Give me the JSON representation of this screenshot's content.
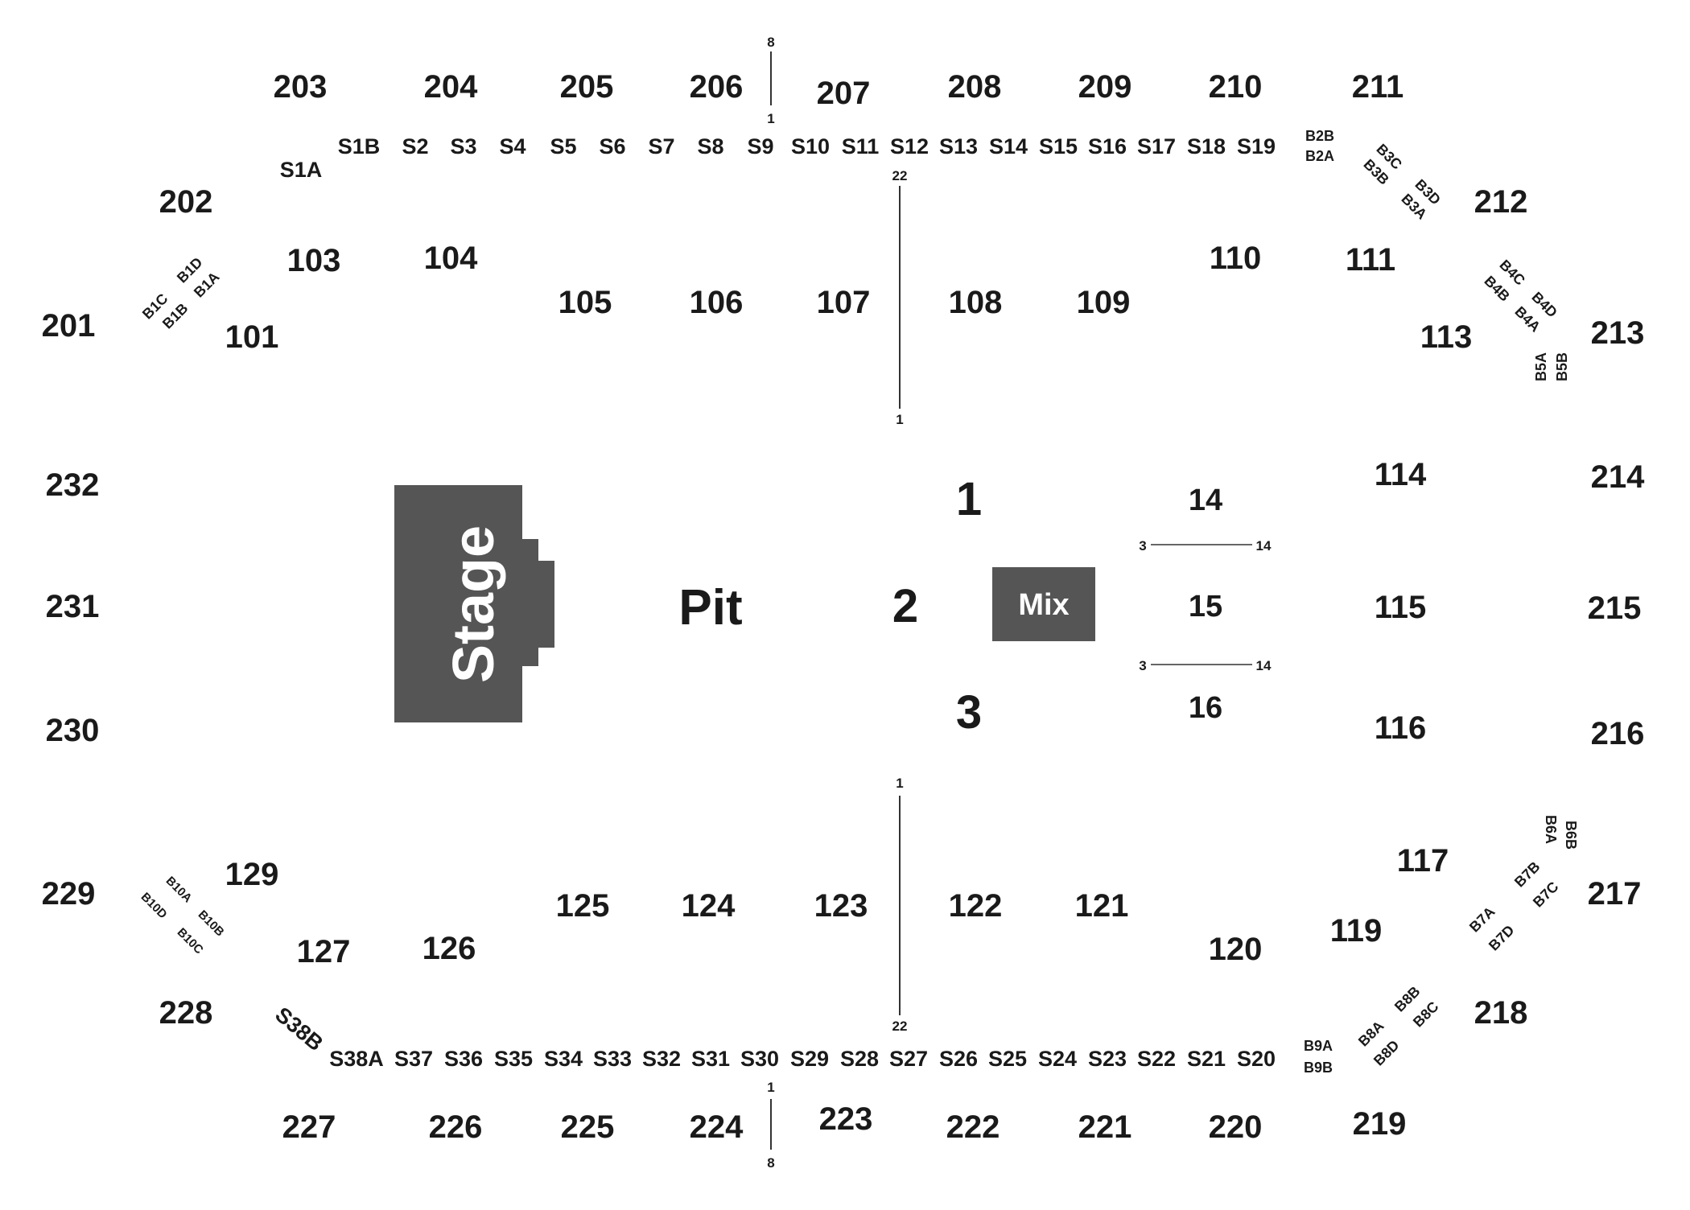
{
  "title": "",
  "colors": {
    "stage": "#555555",
    "mix": "#555555",
    "text": "#1a1a1a",
    "block_text": "#ffffff",
    "background": "#ffffff"
  },
  "stage": {
    "label": "Stage"
  },
  "mix": {
    "label": "Mix"
  },
  "pit": {
    "label": "Pit"
  },
  "floor_sections": [
    "1",
    "2",
    "3",
    "14",
    "15",
    "16"
  ],
  "upper_sections": [
    "201",
    "202",
    "203",
    "204",
    "205",
    "206",
    "207",
    "208",
    "209",
    "210",
    "211",
    "212",
    "213",
    "214",
    "215",
    "216",
    "217",
    "218",
    "219",
    "220",
    "221",
    "222",
    "223",
    "224",
    "225",
    "226",
    "227",
    "228",
    "229",
    "230",
    "231",
    "232"
  ],
  "lower_sections": [
    "101",
    "103",
    "104",
    "105",
    "106",
    "107",
    "108",
    "109",
    "110",
    "111",
    "113",
    "114",
    "115",
    "116",
    "117",
    "119",
    "120",
    "121",
    "122",
    "123",
    "124",
    "125",
    "126",
    "127",
    "129"
  ],
  "suites_top": [
    "S1A",
    "S1B",
    "S2",
    "S3",
    "S4",
    "S5",
    "S6",
    "S7",
    "S8",
    "S9",
    "S10",
    "S11",
    "S12",
    "S13",
    "S14",
    "S15",
    "S16",
    "S17",
    "S18",
    "S19"
  ],
  "suites_bottom": [
    "S38B",
    "S38A",
    "S37",
    "S36",
    "S35",
    "S34",
    "S33",
    "S32",
    "S31",
    "S30",
    "S29",
    "S28",
    "S27",
    "S26",
    "S25",
    "S24",
    "S23",
    "S22",
    "S21",
    "S20"
  ],
  "boxes": [
    "B1A",
    "B1B",
    "B1C",
    "B1D",
    "B2A",
    "B2B",
    "B3A",
    "B3B",
    "B3C",
    "B3D",
    "B4A",
    "B4B",
    "B4C",
    "B4D",
    "B5A",
    "B5B",
    "B6A",
    "B6B",
    "B7A",
    "B7B",
    "B7C",
    "B7D",
    "B8A",
    "B8B",
    "B8C",
    "B8D",
    "B9A",
    "B9B",
    "B10A",
    "B10B",
    "B10C",
    "B10D"
  ],
  "row_markers": {
    "top_aisle": [
      "8",
      "1"
    ],
    "top_center": [
      "22",
      "1"
    ],
    "bottom_center": [
      "1",
      "22"
    ],
    "bottom_aisle": [
      "1",
      "8"
    ],
    "floor_upper": [
      "3",
      "14"
    ],
    "floor_lower": [
      "3",
      "14"
    ]
  }
}
